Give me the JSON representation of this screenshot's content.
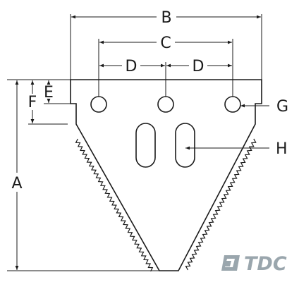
{
  "diagram": {
    "labels": {
      "A": "A",
      "B": "B",
      "C": "C",
      "D_left": "D",
      "D_right": "D",
      "E": "E",
      "F": "F",
      "G": "G",
      "H": "H"
    }
  },
  "logo": {
    "text": "TDC",
    "icon": "tdc-logo-icon",
    "color": "#9aa6ad"
  },
  "colors": {
    "line": "#1a1a1a",
    "background": "#ffffff"
  }
}
